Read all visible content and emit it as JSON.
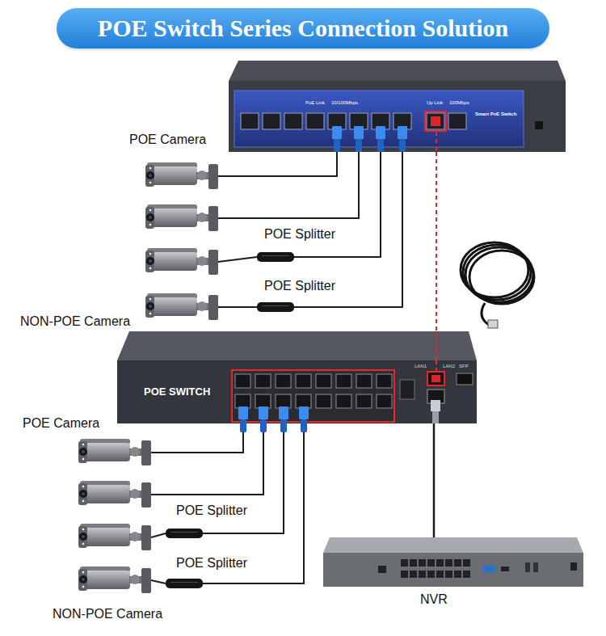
{
  "diagram": {
    "title": "POE Switch Series Connection Solution",
    "nodes": [
      {
        "text": [
          "PoE Link",
          "10/100Mbps",
          "Up Link",
          "100Mbps",
          "Smart PoE Switch"
        ]
      },
      {
        "text": [
          "POE SWITCH",
          "LAN1",
          "LAN2",
          "SFP"
        ]
      },
      {
        "text": [
          "NVR"
        ]
      }
    ],
    "edges": [
      {
        "from": 0,
        "to": 1,
        "arrow": "none"
      },
      {
        "from": 1,
        "to": 2,
        "arrow": "none"
      }
    ],
    "labels": [
      "POE Camera",
      "POE Splitter",
      "POE Splitter",
      "NON-POE Camera",
      "POE Camera",
      "POE Splitter",
      "POE Splitter",
      "NON-POE Camera"
    ]
  }
}
